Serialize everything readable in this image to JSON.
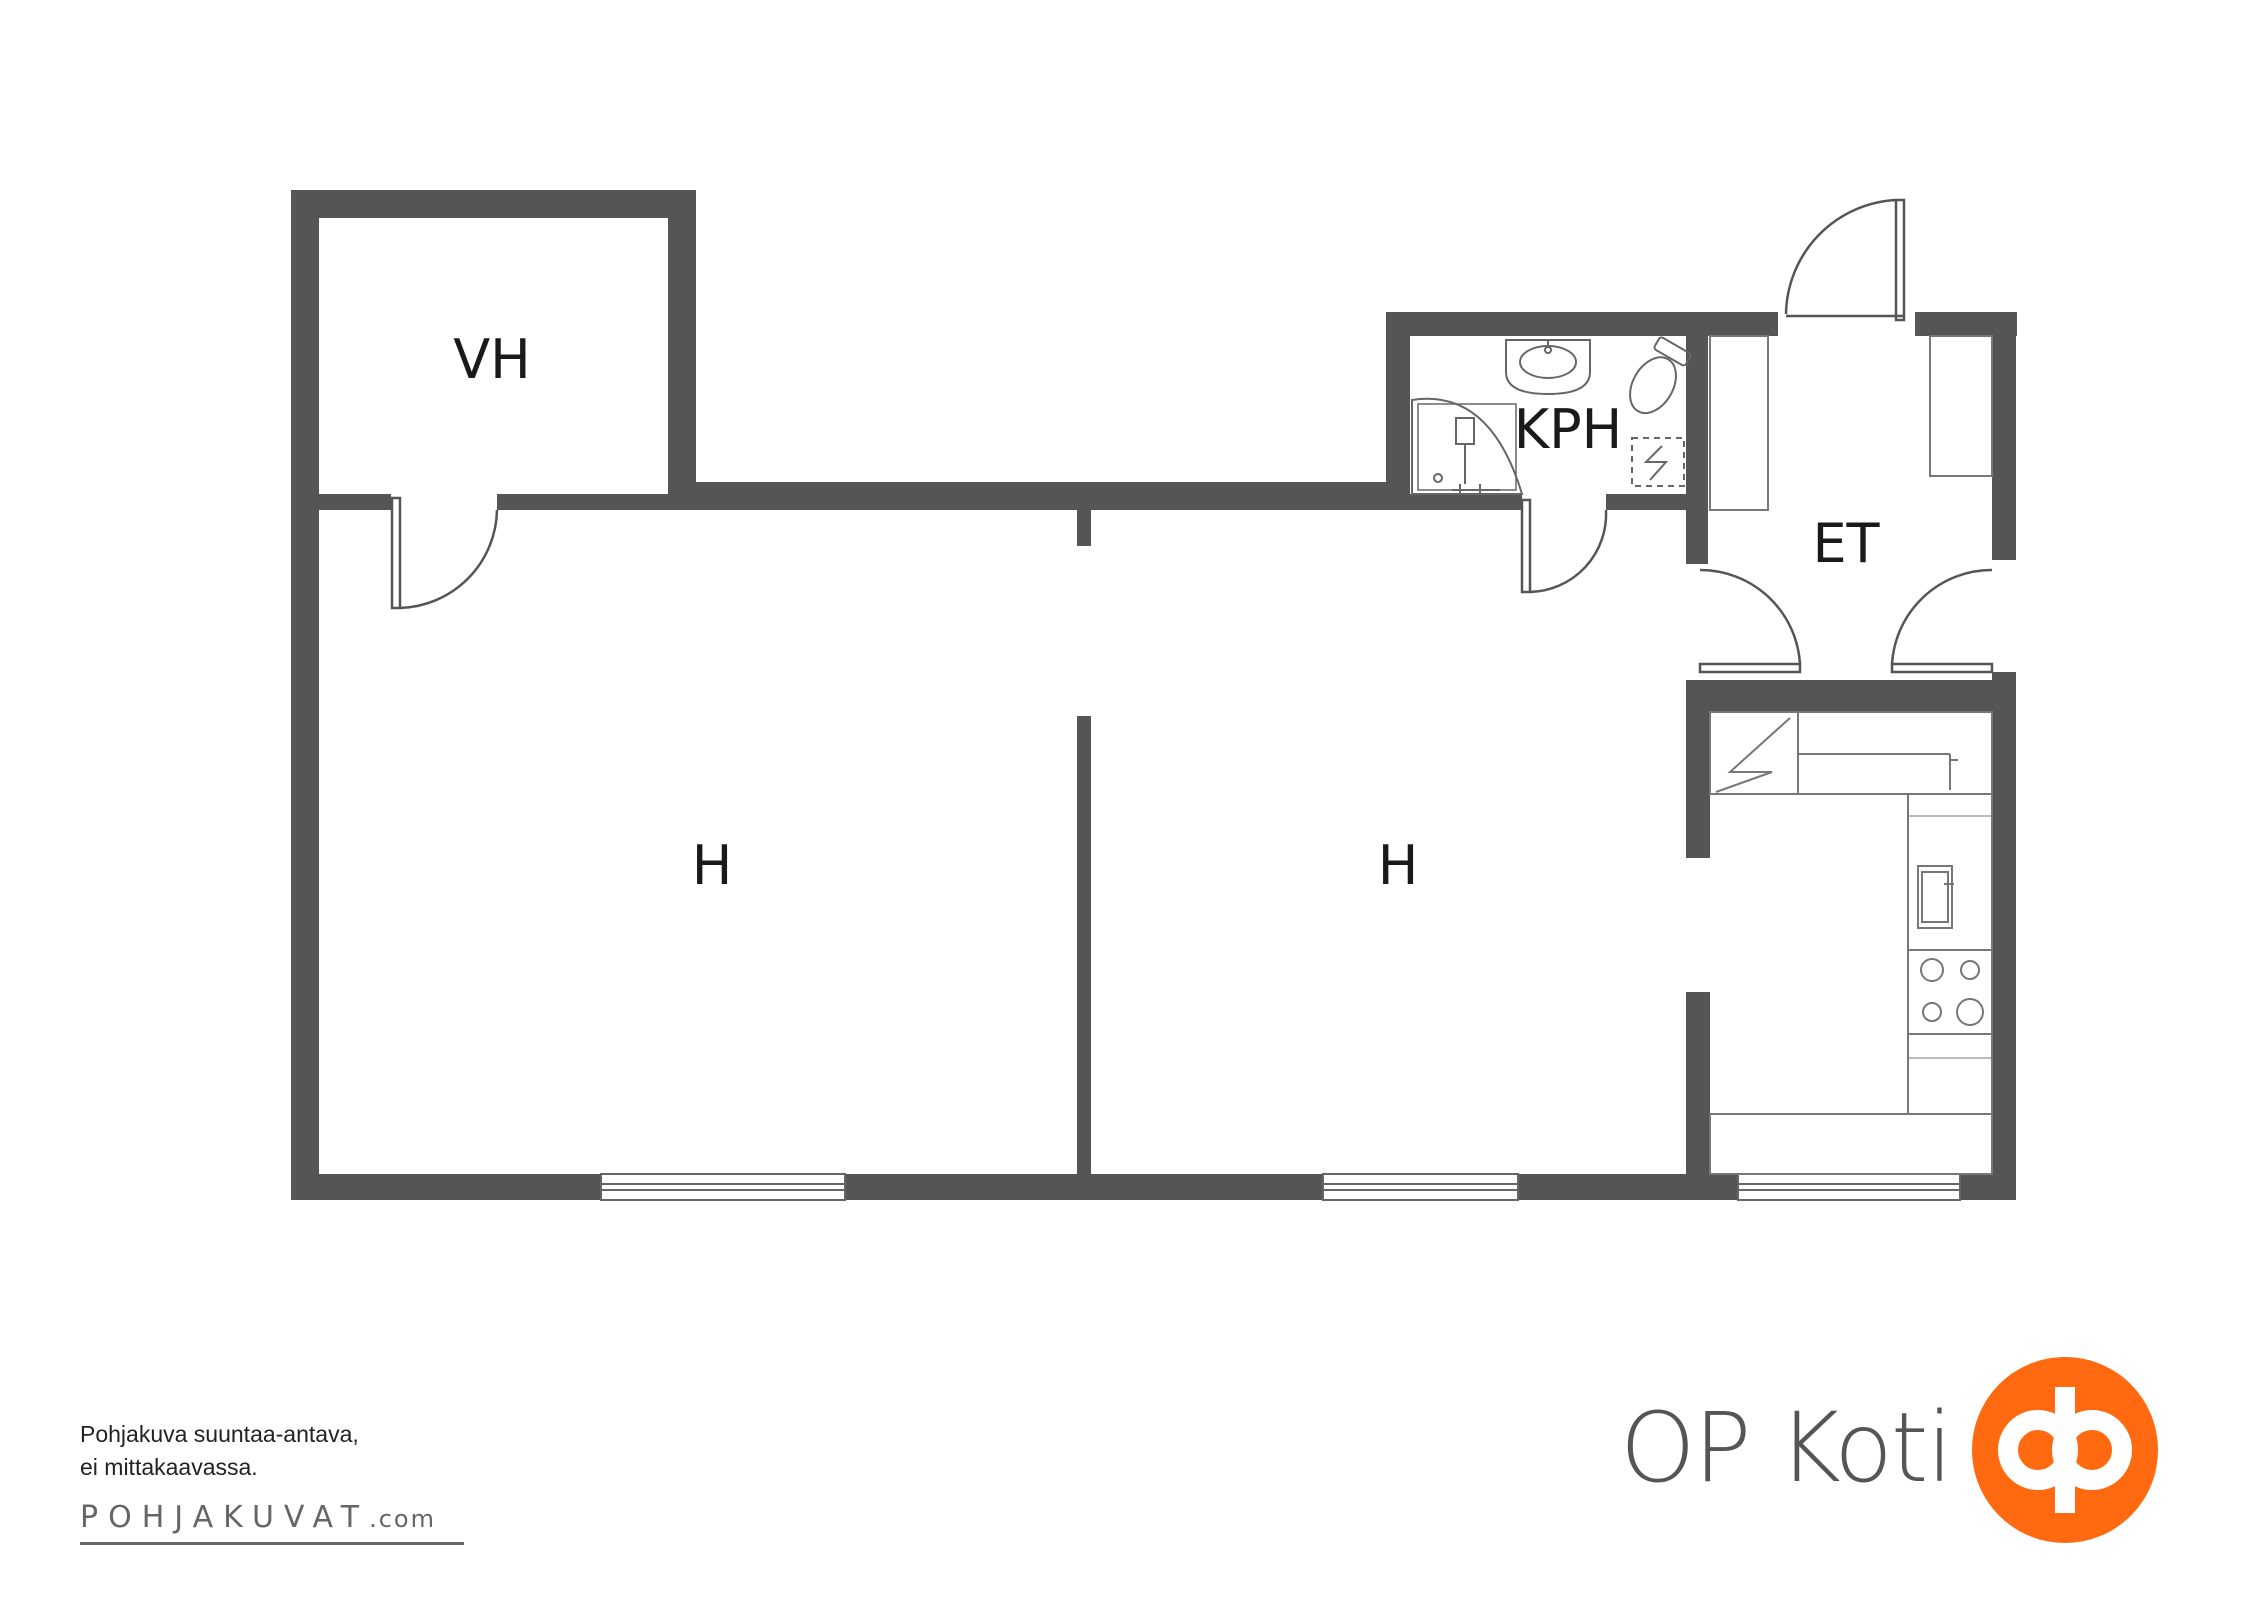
{
  "rooms": {
    "vh": "VH",
    "kph": "KPH",
    "et": "ET",
    "h_left": "H",
    "h_right": "H"
  },
  "note": {
    "line1": "Pohjakuva suuntaa-antava,",
    "line2": "ei mittakaavassa."
  },
  "brand": {
    "name": "OP Koti",
    "logo_color": "#ff6a10"
  },
  "credit": {
    "name": "POHJAKUVAT",
    "suffix": ".com"
  },
  "colors": {
    "wall": "#555555",
    "fixture": "#777777"
  }
}
